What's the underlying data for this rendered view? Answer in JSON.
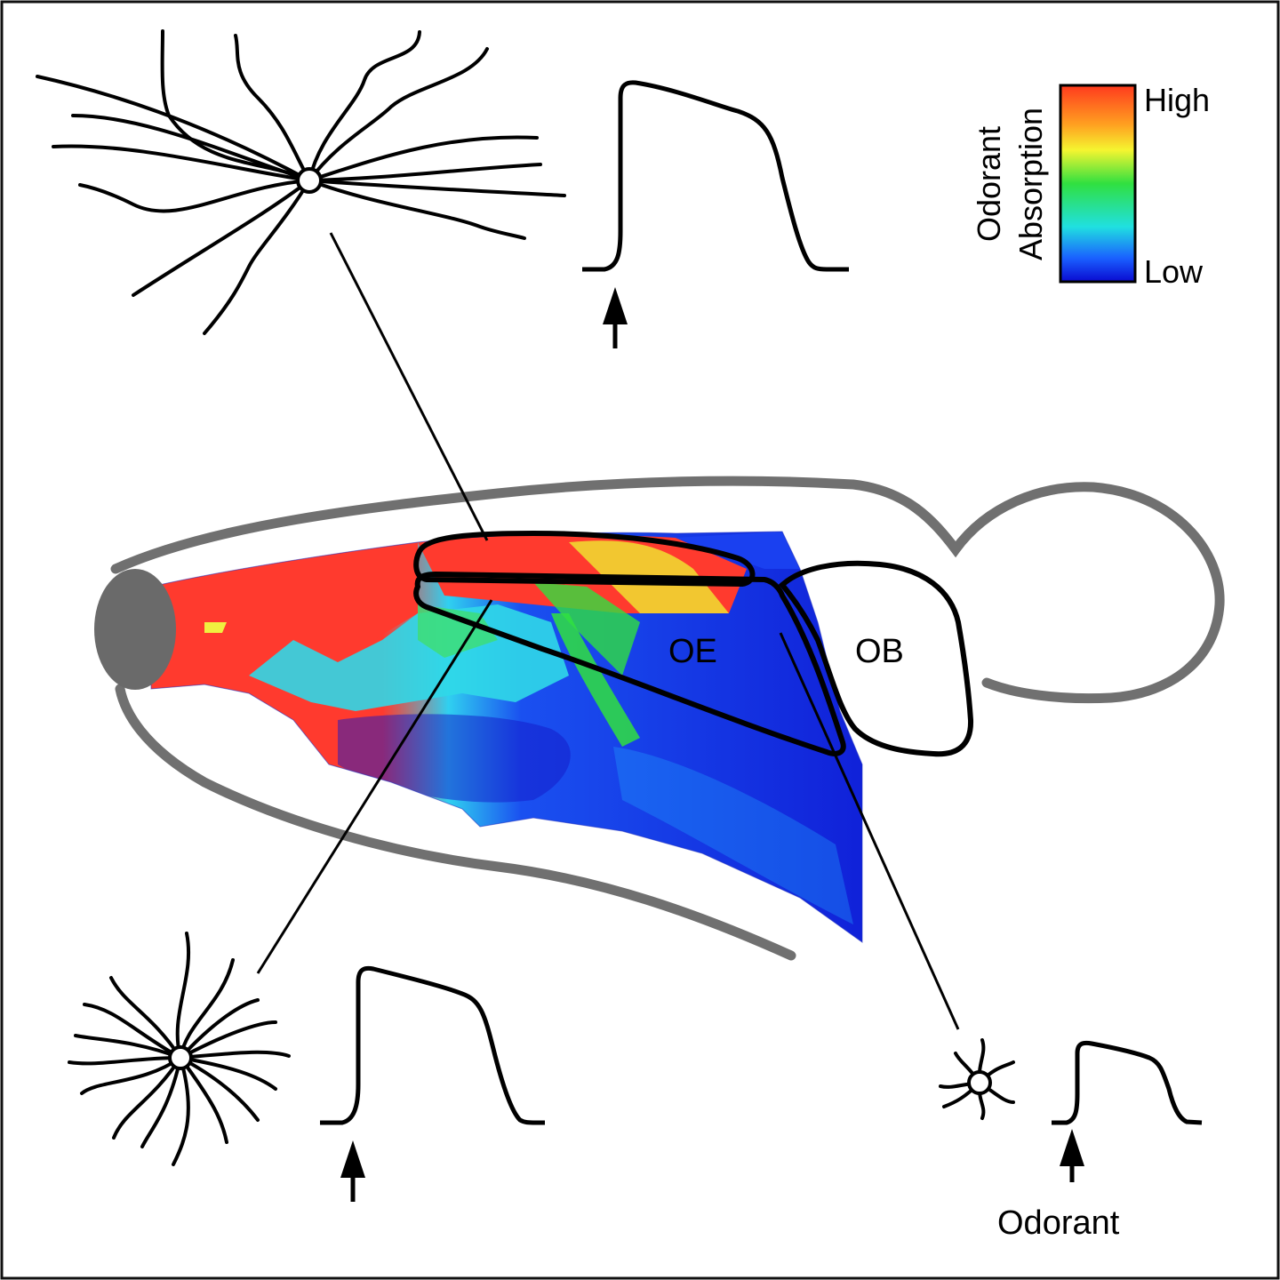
{
  "legend": {
    "title_line1": "Odorant",
    "title_line2": "Absorption",
    "high_label": "High",
    "low_label": "Low",
    "gradient_colors": [
      "#ff3a1e",
      "#ffa020",
      "#f5f530",
      "#30e040",
      "#20e0e0",
      "#1a60ff",
      "#0a0ad0"
    ]
  },
  "regions": {
    "oe_label": "OE",
    "ob_label": "OB"
  },
  "stimulus": {
    "odorant_label": "Odorant"
  },
  "colors": {
    "outline": "#707070",
    "nose_tip": "#6a6a6a",
    "high": "#ff3a2e",
    "low": "#1020d8"
  }
}
